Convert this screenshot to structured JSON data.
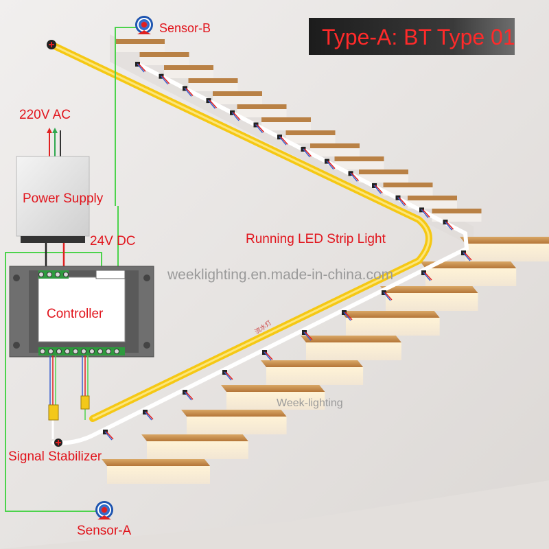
{
  "title": "Type-A: BT Type 01",
  "labels": {
    "sensor_b": "Sensor-B",
    "sensor_a": "Sensor-A",
    "ac_input": "220V AC",
    "power_supply": "Power Supply",
    "dc_output": "24V DC",
    "controller": "Controller",
    "led_strip": "Running LED Strip Light",
    "signal_stabilizer": "Signal Stabilizer",
    "strip_marking": "流水灯"
  },
  "watermarks": {
    "center": "weeklighting.en.made-in-china.com",
    "lower": "Week-lighting"
  },
  "colors": {
    "label_text": "#e1141c",
    "title_text": "#ff2a2a",
    "led_strip_main": "#f5c814",
    "led_strip_return": "#ffffff",
    "signal_wire": "#4cd34c",
    "stair_tread": "#c48a4a",
    "wall": "#ebe8e6"
  }
}
